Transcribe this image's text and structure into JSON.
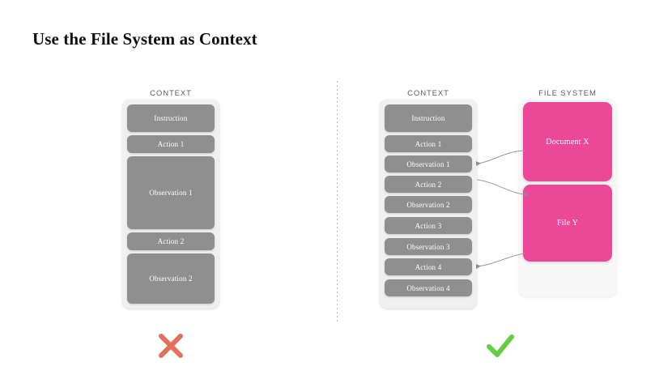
{
  "slide": {
    "title": "Use the File System as Context",
    "background_color": "#ffffff"
  },
  "columns": {
    "left_context_header": "CONTEXT",
    "right_context_header": "CONTEXT",
    "file_system_header": "FILE SYSTEM"
  },
  "left_panel": {
    "name": "bad-example-context-stack",
    "blocks": [
      {
        "label": "Instruction",
        "size": "medium"
      },
      {
        "label": "Action 1",
        "size": "small"
      },
      {
        "label": "Observation 1",
        "size": "large"
      },
      {
        "label": "Action 2",
        "size": "small"
      },
      {
        "label": "Observation 2",
        "size": "large"
      }
    ],
    "verdict": "cross",
    "verdict_color": "#e2705c"
  },
  "right_panel": {
    "name": "good-example-context-stack",
    "blocks": [
      {
        "label": "Instruction",
        "size": "medium"
      },
      {
        "label": "Action 1",
        "size": "small"
      },
      {
        "label": "Observation 1",
        "size": "small"
      },
      {
        "label": "Action 2",
        "size": "small"
      },
      {
        "label": "Observation 2",
        "size": "small"
      },
      {
        "label": "Action 3",
        "size": "small"
      },
      {
        "label": "Observation 3",
        "size": "small"
      },
      {
        "label": "Action 4",
        "size": "small"
      },
      {
        "label": "Observation 4",
        "size": "small"
      }
    ],
    "verdict": "check",
    "verdict_color": "#66cc44"
  },
  "file_system": {
    "files": [
      {
        "label": "Document X"
      },
      {
        "label": "File Y"
      }
    ]
  },
  "connectors": [
    {
      "from": "Observation 1",
      "to": "Document X",
      "direction": "to-context"
    },
    {
      "from": "Action 2",
      "to": "File Y",
      "direction": "to-file"
    },
    {
      "from": "Action 4",
      "to": "File Y",
      "direction": "to-context"
    }
  ],
  "colors": {
    "block_gray": "#8f8f8f",
    "container_gray": "#f0f0f0",
    "file_pink": "#ec4899",
    "divider_gray": "#b8b8b8",
    "header_text": "#5b5b5b",
    "title_text": "#101010"
  }
}
